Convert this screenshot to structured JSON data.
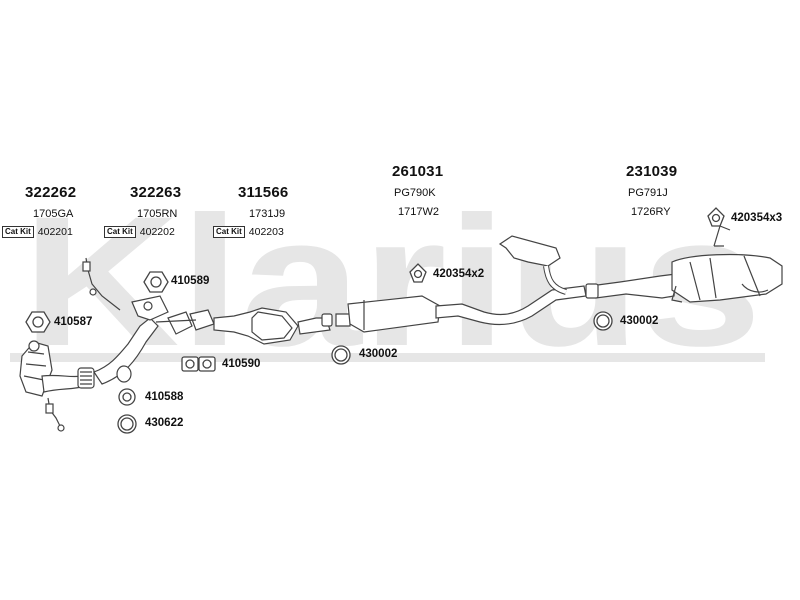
{
  "watermark": {
    "text": "Klarius",
    "color": "#e6e6e6"
  },
  "catalytic_kit_label": "Cat Kit",
  "groups": [
    {
      "part_number": "322262",
      "code": "1705GA",
      "cat_kit": "402201"
    },
    {
      "part_number": "322263",
      "code": "1705RN",
      "cat_kit": "402202"
    },
    {
      "part_number": "311566",
      "code": "1731J9",
      "cat_kit": "402203"
    },
    {
      "part_number": "261031",
      "code1": "PG790K",
      "code2": "1717W2"
    },
    {
      "part_number": "231039",
      "code1": "PG791J",
      "code2": "1726RY"
    }
  ],
  "fittings": [
    {
      "label": "420354x3",
      "icon": "hanger-icon"
    },
    {
      "label": "420354x2",
      "icon": "hanger-icon"
    },
    {
      "label": "410589",
      "icon": "gasket-icon"
    },
    {
      "label": "410587",
      "icon": "gasket-icon"
    },
    {
      "label": "410590",
      "icon": "gasket-pair-icon"
    },
    {
      "label": "430002",
      "icon": "clamp-icon"
    },
    {
      "label": "430002",
      "icon": "clamp-icon"
    },
    {
      "label": "410588",
      "icon": "ring-icon"
    },
    {
      "label": "430622",
      "icon": "clamp-icon"
    }
  ]
}
